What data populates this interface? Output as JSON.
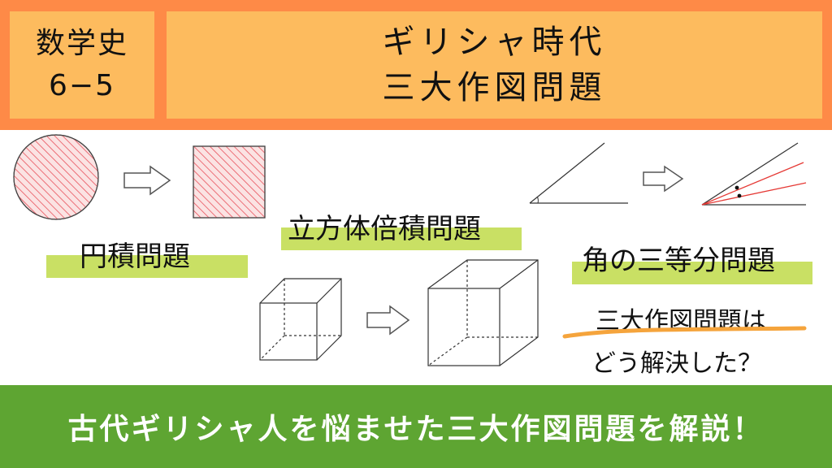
{
  "header": {
    "series_line1": "数学史",
    "series_line2": "6−5",
    "title_line1": "ギリシャ時代",
    "title_line2": "三大作図問題"
  },
  "problems": {
    "circle_squaring": "円積問題",
    "cube_doubling": "立方体倍積問題",
    "angle_trisection": "角の三等分問題"
  },
  "question": {
    "line1": "三大作図問題は",
    "line2": "どう解決した？"
  },
  "footer": {
    "caption": "古代ギリシャ人を悩ませた三大作図問題を解説！"
  },
  "colors": {
    "header_bg": "#fe8a47",
    "header_box": "#fdbb5e",
    "highlight": "#c9e064",
    "footer_bg": "#5ea532",
    "hatch": "#e8515b",
    "underline": "#f5a43c"
  }
}
